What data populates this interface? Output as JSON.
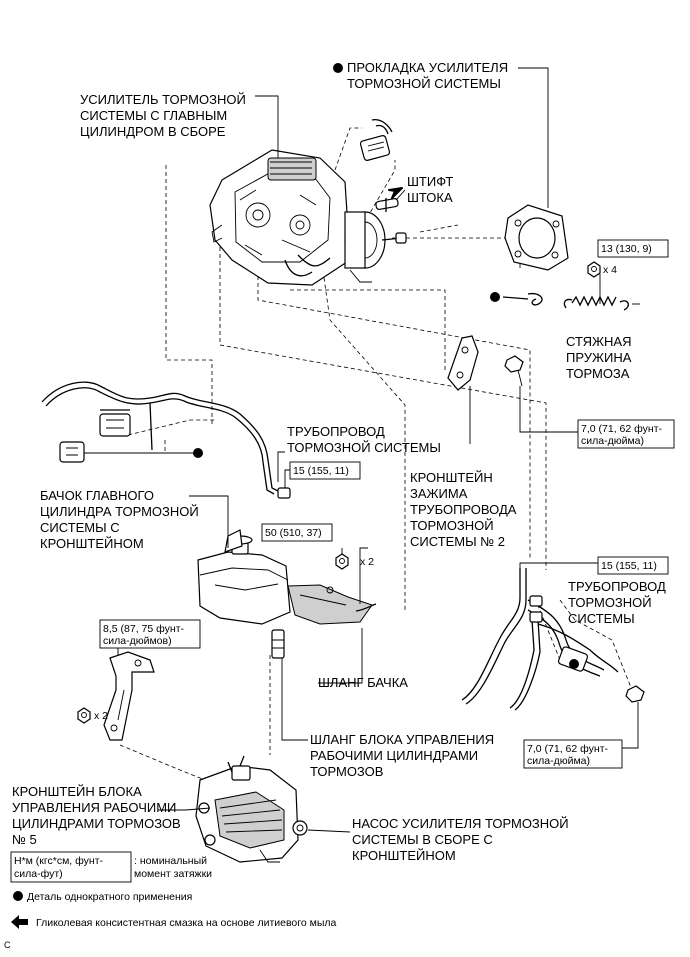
{
  "labels": {
    "booster_gasket": [
      "ПРОКЛАДКА УСИЛИТЕЛЯ",
      "ТОРМОЗНОЙ СИСТЕМЫ"
    ],
    "booster_assembly": [
      "УСИЛИТЕЛЬ ТОРМОЗНОЙ",
      "СИСТЕМЫ С ГЛАВНЫМ",
      "ЦИЛИНДРОМ В СБОРЕ"
    ],
    "rod_pin": [
      "ШТИФТ",
      "ШТОКА"
    ],
    "torque_13": "13 (130, 9)",
    "qty_x4": "x 4",
    "return_spring": [
      "СТЯЖНАЯ",
      "ПРУЖИНА",
      "ТОРМОЗА"
    ],
    "torque_7_top": [
      "7,0 (71, 62 фунт-",
      "сила-дюйма)"
    ],
    "brake_line_1": [
      "ТРУБОПРОВОД",
      "ТОРМОЗНОЙ СИСТЕМЫ"
    ],
    "torque_15_left": "15 (155, 11)",
    "tube_clamp_bracket": [
      "КРОНШТЕЙН",
      "ЗАЖИМА",
      "ТРУБОПРОВОДА",
      "ТОРМОЗНОЙ",
      "СИСТЕМЫ № 2"
    ],
    "reservoir": [
      "БАЧОК ГЛАВНОГО",
      "ЦИЛИНДРА ТОРМОЗНОЙ",
      "СИСТЕМЫ С",
      "КРОНШТЕЙНОМ"
    ],
    "torque_50": "50 (510, 37)",
    "qty_x2_top": "x 2",
    "torque_15_right": "15 (155, 11)",
    "brake_line_2": [
      "ТРУБОПРОВОД",
      "ТОРМОЗНОЙ",
      "СИСТЕМЫ"
    ],
    "torque_85": [
      "8,5 (87, 75 фунт-",
      "сила-дюймов)"
    ],
    "qty_x2_left": "x 2",
    "reservoir_hose": "ШЛАНГ БАЧКА",
    "actuator_hose": [
      "ШЛАНГ БЛОКА УПРАВЛЕНИЯ",
      "РАБОЧИМИ ЦИЛИНДРАМИ",
      "ТОРМОЗОВ"
    ],
    "torque_7_bottom": [
      "7,0 (71, 62 фунт-",
      "сила-дюйма)"
    ],
    "actuator_bracket": [
      "КРОНШТЕЙН БЛОКА",
      "УПРАВЛЕНИЯ РАБОЧИМИ",
      "ЦИЛИНДРАМИ ТОРМОЗОВ",
      "№ 5"
    ],
    "pump_assembly": [
      "НАСОС УСИЛИТЕЛЯ ТОРМОЗНОЙ",
      "СИСТЕМЫ В СБОРЕ С",
      "КРОНШТЕЙНОМ"
    ]
  },
  "legend": {
    "torque_units": [
      "Н*м (кгс*см, фунт-",
      "сила-фут)"
    ],
    "torque_desc": [
      ": номинальный",
      "момент затяжки"
    ],
    "single_use": "Деталь однократного применения",
    "grease": "Гликолевая консистентная смазка на основе литиевого мыла",
    "figure_code": "C"
  }
}
